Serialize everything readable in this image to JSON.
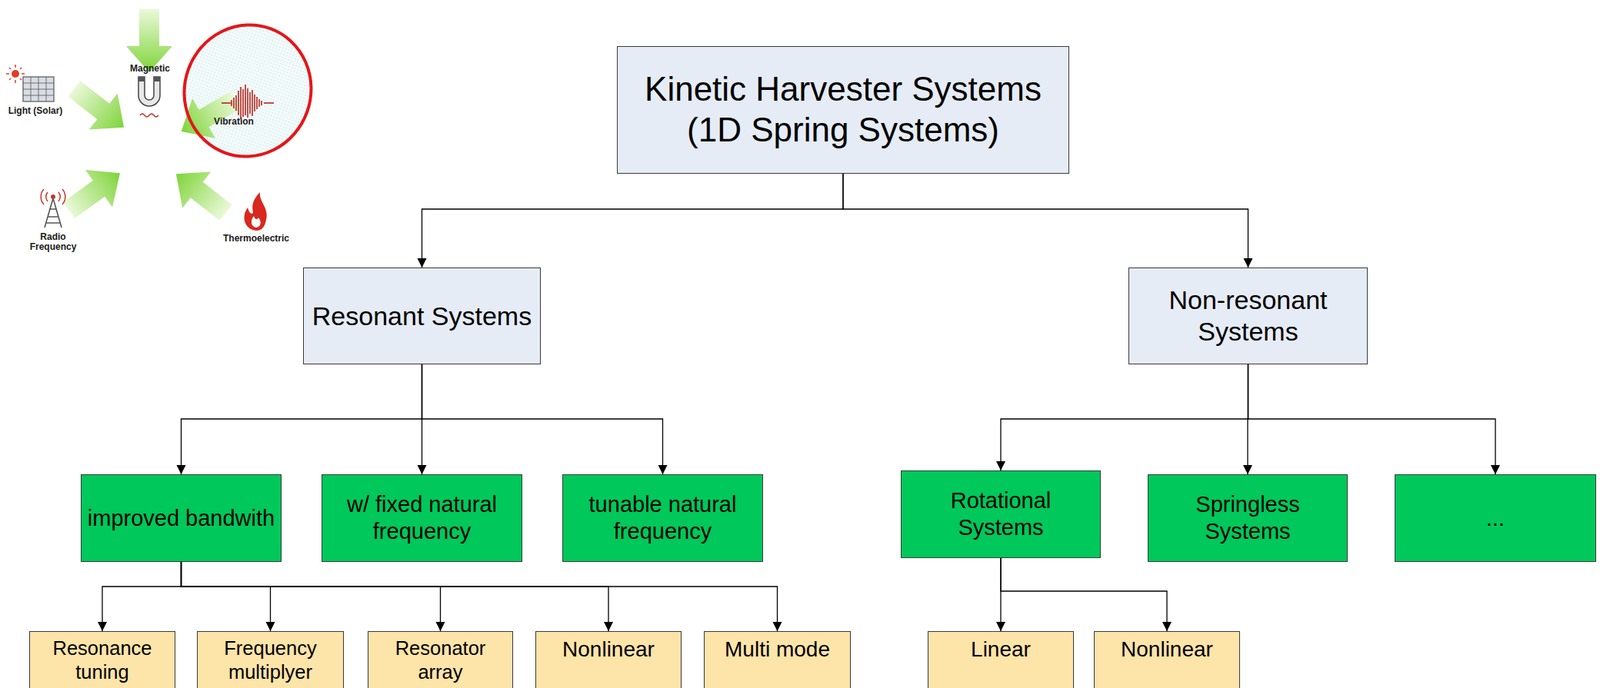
{
  "diagram": {
    "nodes": [
      {
        "text": [
          "Kinetic Harvester Systems (1D Spring Systems)"
        ]
      },
      {
        "text": [
          "Resonant Systems"
        ]
      },
      {
        "text": [
          "Non-resonant Systems"
        ]
      },
      {
        "text": [
          "improved bandwith"
        ]
      },
      {
        "text": [
          "w/ fixed natural frequency"
        ]
      },
      {
        "text": [
          "tunable natural frequency"
        ]
      },
      {
        "text": [
          "Rotational Systems"
        ]
      },
      {
        "text": [
          "Springless Systems"
        ]
      },
      {
        "text": [
          "..."
        ]
      },
      {
        "text": [
          "Resonance tuning"
        ]
      },
      {
        "text": [
          "Frequency multiplyer"
        ]
      },
      {
        "text": [
          "Resonator array"
        ]
      },
      {
        "text": [
          "Nonlinear"
        ]
      },
      {
        "text": [
          "Multi mode"
        ]
      },
      {
        "text": [
          "Linear"
        ]
      },
      {
        "text": [
          "Nonlinear"
        ]
      }
    ],
    "edges": [
      {
        "from": 0,
        "to": 1,
        "arrow": "to"
      },
      {
        "from": 0,
        "to": 2,
        "arrow": "to"
      },
      {
        "from": 1,
        "to": 3,
        "arrow": "to"
      },
      {
        "from": 1,
        "to": 4,
        "arrow": "to"
      },
      {
        "from": 1,
        "to": 5,
        "arrow": "to"
      },
      {
        "from": 2,
        "to": 6,
        "arrow": "to"
      },
      {
        "from": 2,
        "to": 7,
        "arrow": "to"
      },
      {
        "from": 2,
        "to": 8,
        "arrow": "to"
      },
      {
        "from": 3,
        "to": 9,
        "arrow": "to"
      },
      {
        "from": 3,
        "to": 10,
        "arrow": "to"
      },
      {
        "from": 3,
        "to": 11,
        "arrow": "to"
      },
      {
        "from": 3,
        "to": 12,
        "arrow": "to"
      },
      {
        "from": 3,
        "to": 13,
        "arrow": "to"
      },
      {
        "from": 6,
        "to": 14,
        "arrow": "to"
      },
      {
        "from": 6,
        "to": 15,
        "arrow": "to"
      }
    ],
    "labels": [
      "Light (Solar)",
      "Magnetic",
      "Vibration",
      "Radio Frequency",
      "Thermoelectric"
    ]
  }
}
